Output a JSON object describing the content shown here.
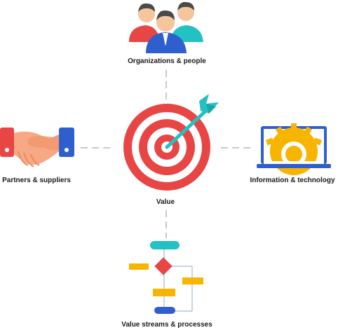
{
  "center": {
    "label": "Value"
  },
  "nodes": {
    "top": {
      "label": "Organizations & people"
    },
    "left": {
      "label": "Partners & suppliers"
    },
    "right": {
      "label": "Information & technology"
    },
    "bottom": {
      "label": "Value streams & processes"
    }
  },
  "icons": {
    "center": "target-with-arrow-icon",
    "top": "people-group-icon",
    "left": "handshake-icon",
    "right": "laptop-gear-icon",
    "bottom": "flowchart-icon"
  },
  "colors": {
    "red": "#e84545",
    "teal": "#22c1c3",
    "blue": "#2f5fcf",
    "yellow": "#f7b500",
    "connector": "#c9c9c9"
  }
}
